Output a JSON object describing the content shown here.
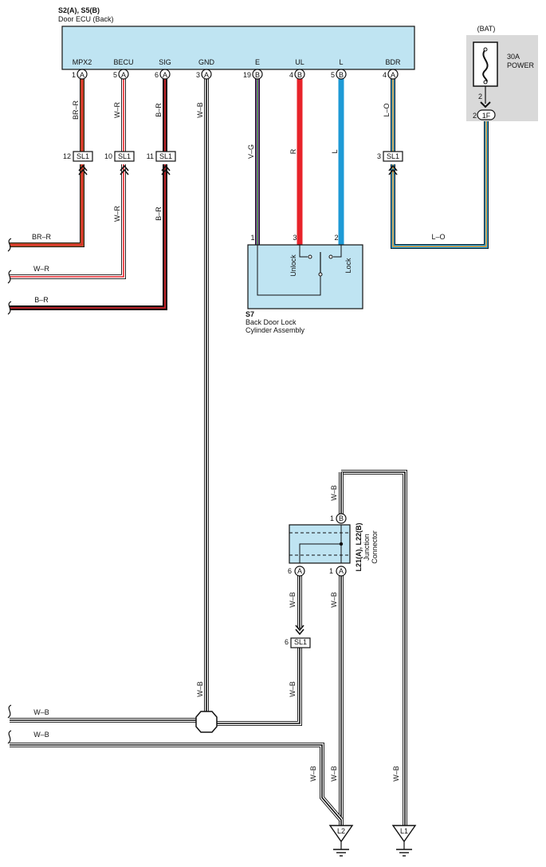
{
  "ecu": {
    "id": "S2(A), S5(B)",
    "name": "Door ECU (Back)",
    "pins": [
      {
        "label": "MPX2",
        "num": "1",
        "conn": "A"
      },
      {
        "label": "BECU",
        "num": "5",
        "conn": "A"
      },
      {
        "label": "SIG",
        "num": "6",
        "conn": "A"
      },
      {
        "label": "GND",
        "num": "3",
        "conn": "A"
      },
      {
        "label": "E",
        "num": "19",
        "conn": "B"
      },
      {
        "label": "UL",
        "num": "4",
        "conn": "B"
      },
      {
        "label": "L",
        "num": "5",
        "conn": "B"
      },
      {
        "label": "BDR",
        "num": "4",
        "conn": "A"
      }
    ]
  },
  "power": {
    "bat": "(BAT)",
    "fuse_amp": "30A",
    "fuse_name": "POWER",
    "pin_top": "2",
    "pin_conn_num": "2",
    "pin_conn": "1F"
  },
  "wires": {
    "mpx2": "BR–R",
    "becu": "W–R",
    "sig": "B–R",
    "gnd": "W–B",
    "e": "V–G",
    "ul": "R",
    "l": "L",
    "bdr": "L–O"
  },
  "sl1": {
    "label": "SL1",
    "pins": [
      "12",
      "10",
      "11",
      "3"
    ],
    "bottom_pin": "6"
  },
  "lower_wires": {
    "mpx2": "W–R",
    "sig": "B–R"
  },
  "left_wires": [
    "BR–R",
    "W–R",
    "B–R"
  ],
  "bdr_return": "L–O",
  "switch": {
    "id": "S7",
    "name1": "Back Door Lock",
    "name2": "Cylinder Assembly",
    "unlock": "Unlock",
    "lock": "Lock",
    "pins": [
      "1",
      "3",
      "2"
    ]
  },
  "junction": {
    "id": "L21(A), L22(B)",
    "name1": "Junction",
    "name2": "Connector",
    "top_pin": "1",
    "top_conn": "B",
    "bot_pins": [
      {
        "num": "6",
        "conn": "A"
      },
      {
        "num": "1",
        "conn": "A"
      }
    ]
  },
  "ground_wires": {
    "wb": "W–B",
    "left1": "W–B",
    "left2": "W–B"
  },
  "grounds": [
    "L2",
    "L1"
  ],
  "colors": {
    "panel": "#bfe4f2",
    "gray": "#d9d9d9",
    "red": "#e8232a",
    "blue": "#1e9ad6",
    "br": "#b15a2a",
    "violet": "#7a3e9d",
    "green": "#55a84a",
    "orange": "#f0a030",
    "black": "#111111",
    "white": "#ffffff"
  }
}
